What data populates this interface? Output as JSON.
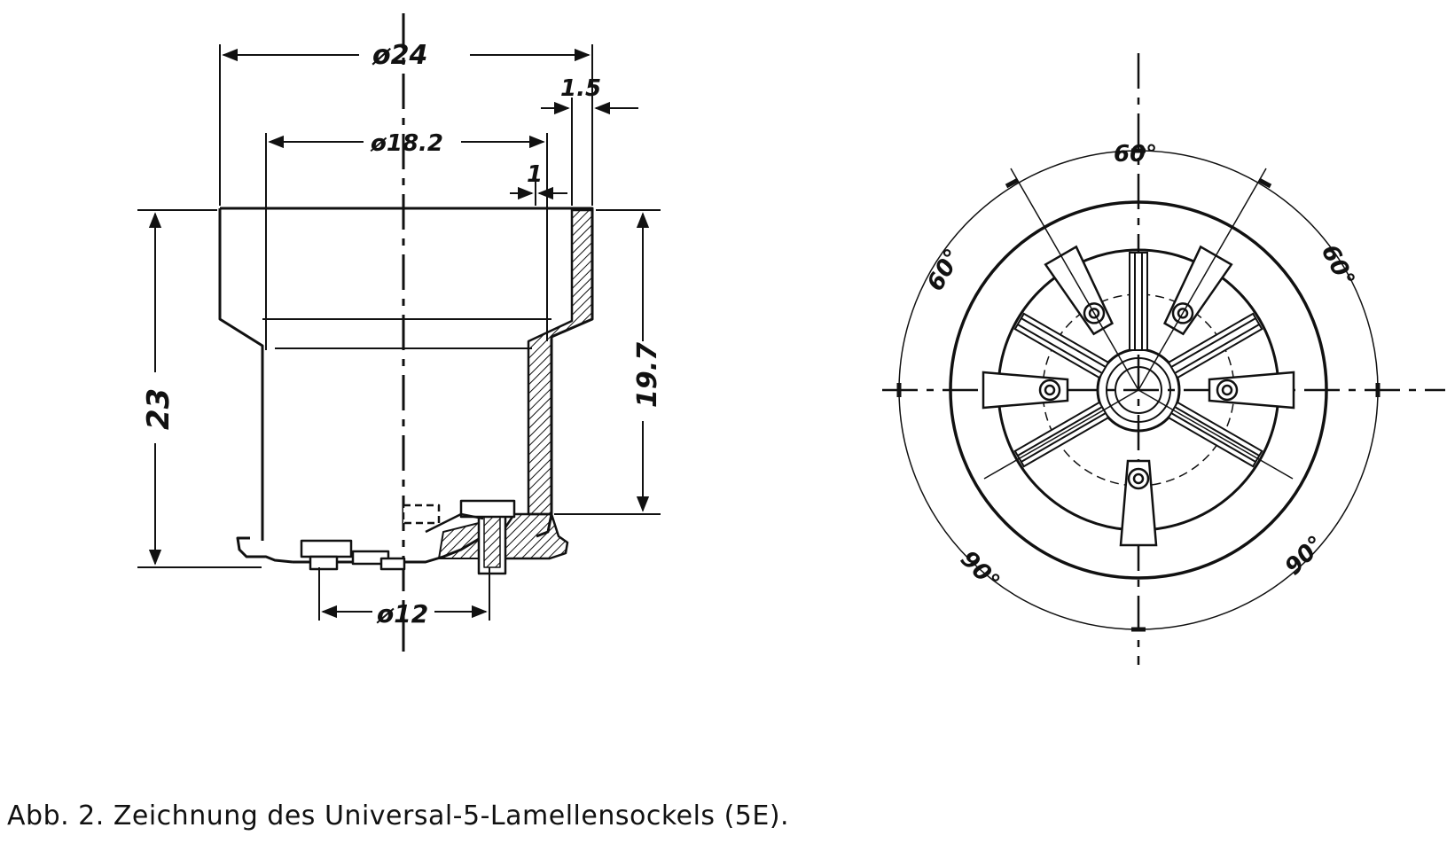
{
  "caption": "Abb. 2. Zeichnung des  Universal-5-Lamellensockels  (5E).",
  "side_view": {
    "dim_outer_diameter": "ø24",
    "dim_inner_diameter": "ø18.2",
    "dim_rim_thickness": "1.5",
    "dim_wall_thickness": "1",
    "dim_total_height": "23",
    "dim_inner_height": "19.7",
    "dim_pin_circle": "ø12"
  },
  "bottom_view": {
    "angle_top": "60°",
    "angle_upper_left": "60°",
    "angle_upper_right": "60°",
    "angle_lower_left": "90°",
    "angle_lower_right": "90°"
  },
  "colors": {
    "ink": "#111111",
    "paper": "#ffffff"
  }
}
